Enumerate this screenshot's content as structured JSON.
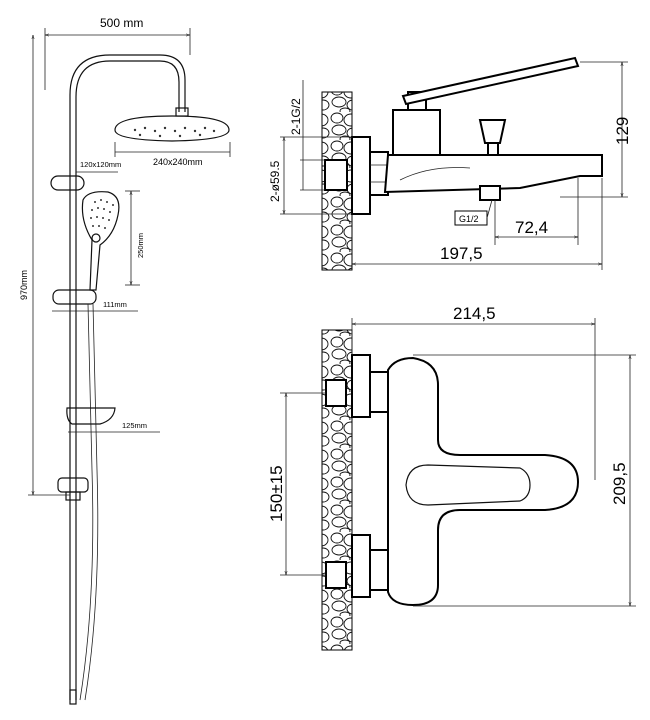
{
  "shower_column": {
    "width_label": "500 mm",
    "height_label": "970mm",
    "slider_label": "120x120mm",
    "head_label": "240x240mm",
    "hand_shower_label": "250mm",
    "holder_label": "111mm",
    "soap_dish_label": "125mm"
  },
  "side_view": {
    "inlet_thread_label": "2-1G/2",
    "flange_label": "2-ø59.5",
    "height_label": "129",
    "outlet_thread_label": "G1/2",
    "spout_offset_label": "72,4",
    "depth_label": "197,5"
  },
  "front_view": {
    "width_label": "214,5",
    "inlet_spacing_label": "150±15",
    "height_label": "209,5"
  }
}
